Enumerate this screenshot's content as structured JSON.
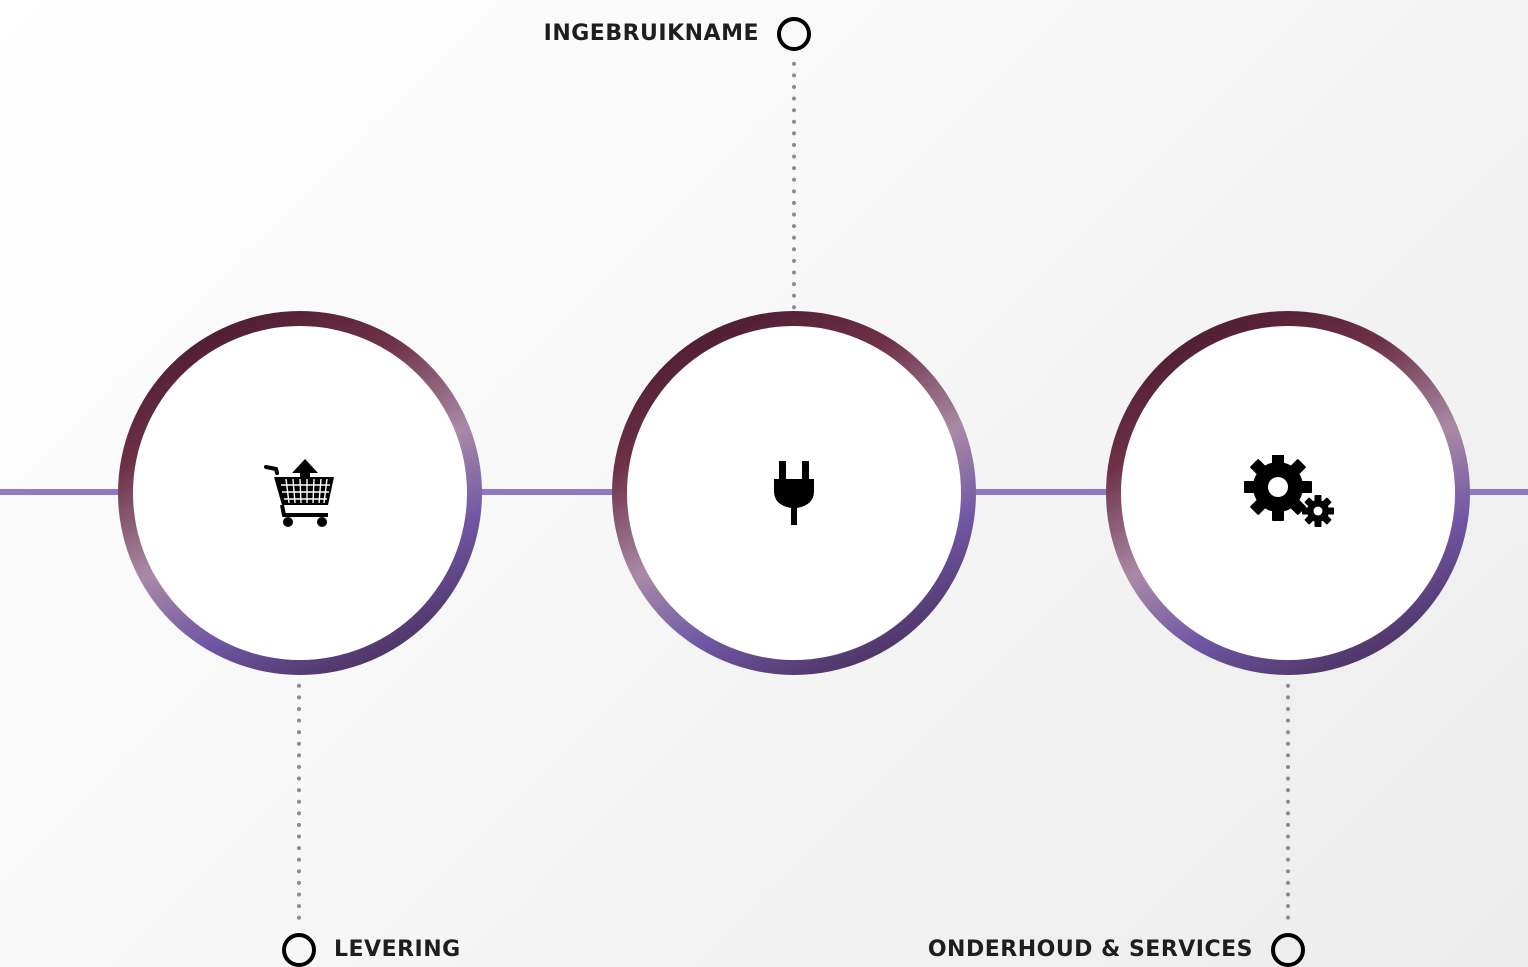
{
  "stages": [
    {
      "label": "LEVERING",
      "icon": "shopping-cart-upload-icon"
    },
    {
      "label": "INGEBRUIKNAME",
      "icon": "power-plug-icon"
    },
    {
      "label": "ONDERHOUD & SERVICES",
      "icon": "gears-icon"
    }
  ],
  "colors": {
    "connector": "#8f78c7",
    "ring_dark": "#3c1124",
    "ring_light": "#a98aa6",
    "ring_purple": "#7057a5",
    "dots": "#8c8c8c",
    "text": "#1e1e1e"
  }
}
